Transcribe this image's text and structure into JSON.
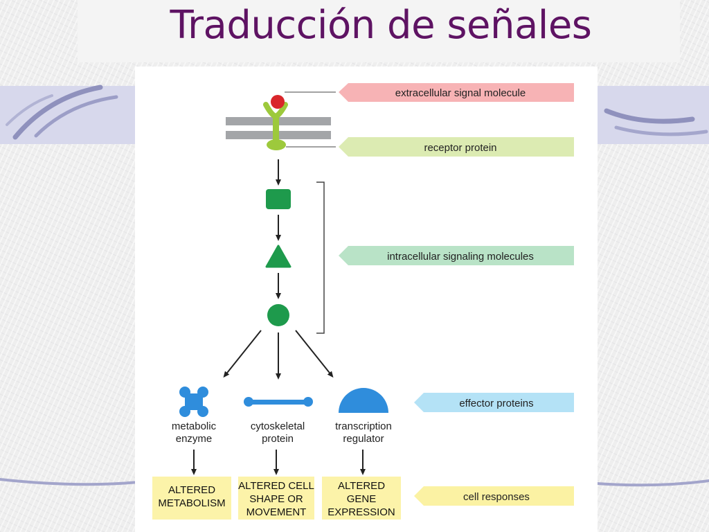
{
  "slide": {
    "title": "Traducción de señales"
  },
  "labels": {
    "signal": "extracellular signal molecule",
    "receptor": "receptor protein",
    "intracellular": "intracellular signaling molecules",
    "effector": "effector proteins",
    "responses": "cell responses"
  },
  "effectors": [
    {
      "line1": "metabolic",
      "line2": "enzyme"
    },
    {
      "line1": "cytoskeletal",
      "line2": "protein"
    },
    {
      "line1": "transcription",
      "line2": "regulator"
    }
  ],
  "responses": [
    {
      "line1": "ALTERED",
      "line2": "METABOLISM",
      "line3": ""
    },
    {
      "line1": "ALTERED CELL",
      "line2": "SHAPE OR",
      "line3": "MOVEMENT"
    },
    {
      "line1": "ALTERED",
      "line2": "GENE",
      "line3": "EXPRESSION"
    }
  ],
  "colors": {
    "title": "#5e1363",
    "signal_tag": "#f7b3b5",
    "receptor_tag": "#dcebb2",
    "intracellular_tag": "#b9e3c7",
    "effector_tag": "#b4e2f6",
    "response_tag": "#fbf2a3",
    "response_box": "#fcf3a9",
    "signal_molecule": "#d9262b",
    "receptor": "#9dc93c",
    "membrane": "#a3a5a8",
    "intracellular_molecule": "#1e9a4c",
    "effector_protein": "#2f8ddc"
  }
}
